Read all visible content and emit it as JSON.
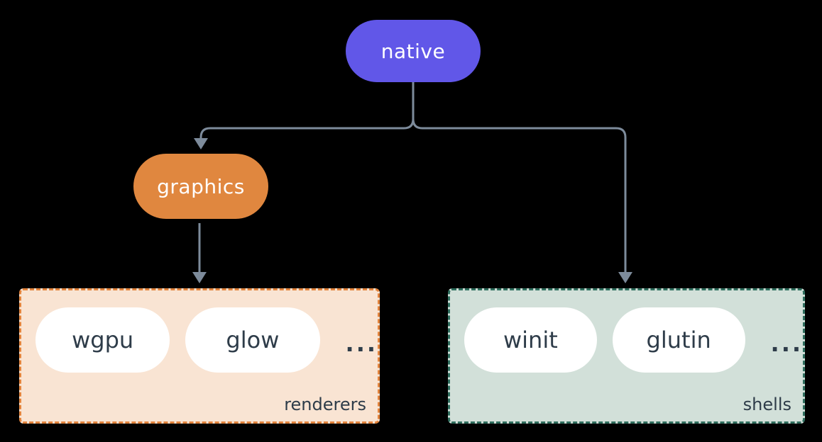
{
  "diagram": {
    "nodes": {
      "native": {
        "label": "native",
        "color": "#6157e8"
      },
      "graphics": {
        "label": "graphics",
        "color": "#e0873f"
      }
    },
    "groups": {
      "renderers": {
        "label": "renderers",
        "items": [
          "wgpu",
          "glow"
        ],
        "ellipsis": "...",
        "bg": "#f9e4d3",
        "border": "#e2833c"
      },
      "shells": {
        "label": "shells",
        "items": [
          "winit",
          "glutin"
        ],
        "ellipsis": "...",
        "bg": "#d2e0d9",
        "border": "#2f6e5e"
      }
    },
    "edges": [
      {
        "from": "native",
        "to": "graphics"
      },
      {
        "from": "native",
        "to": "shells"
      },
      {
        "from": "graphics",
        "to": "renderers"
      }
    ],
    "colors": {
      "page-bg": "#000000",
      "connector": "#7d8b9b",
      "native-bg": "#6157e8",
      "native-text": "#ffffff",
      "graphics-bg": "#e0873f",
      "graphics-text": "#ffffff",
      "renderers-bg": "#f9e4d3",
      "renderers-border": "#e2833c",
      "shells-bg": "#d2e0d9",
      "shells-border": "#2f6e5e",
      "pill-bg": "#ffffff",
      "pill-text": "#2e3c49",
      "label-text": "#2e3c49"
    }
  }
}
